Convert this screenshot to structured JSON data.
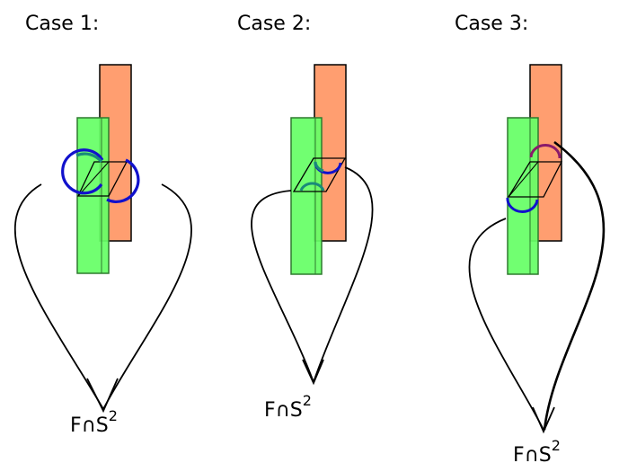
{
  "cases": [
    {
      "title": "Case 1:",
      "label_main": "F∩S",
      "label_sup": "2"
    },
    {
      "title": "Case 2:",
      "label_main": "F∩S",
      "label_sup": "2"
    },
    {
      "title": "Case 3:",
      "label_main": "F∩S",
      "label_sup": "2"
    }
  ],
  "colors": {
    "green_strip": "#66ff66",
    "green_edge": "#2f7a2f",
    "orange_strip": "#ff9e70",
    "orange_edge": "#7a3a20",
    "blue_arc": "#1111cc",
    "teal_arc": "#1a8a7a",
    "purple_arc": "#8a1a6a",
    "line": "#000000"
  }
}
